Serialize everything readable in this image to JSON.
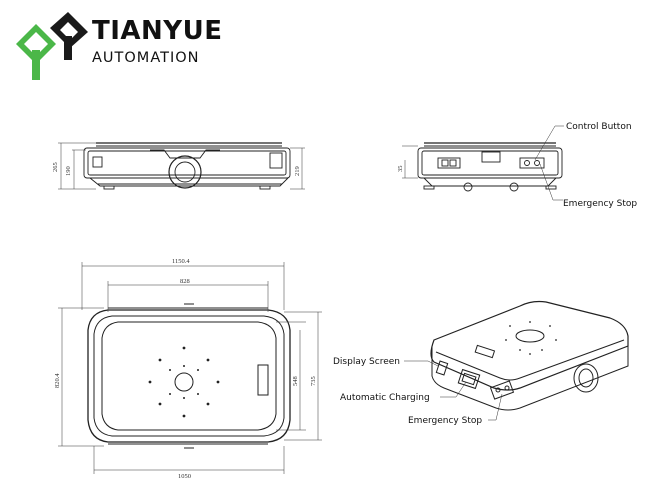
{
  "brand": {
    "logo_icon": "ty-logo-icon",
    "name": "TIANYUE",
    "subtitle": "AUTOMATION",
    "colors": {
      "green": "#4bb748",
      "dark": "#1a1a1a"
    }
  },
  "side_view": {
    "dimensions": {
      "total_height": "265",
      "body_height": "190",
      "right_height": "219"
    }
  },
  "front_view": {
    "dimensions": {
      "height": "35"
    },
    "labels": {
      "control_button": "Control Button",
      "emergency_stop": "Emergency Stop"
    }
  },
  "top_view": {
    "dimensions": {
      "overall_width": "1150.4",
      "inner_width": "828",
      "overall_depth": "820.4",
      "inner_depth": "548",
      "outer_depth": "735",
      "base_width": "1050"
    }
  },
  "iso_view": {
    "labels": {
      "display_screen": "Display Screen",
      "automatic_charging": "Automatic Charging",
      "emergency_stop": "Emergency Stop"
    }
  }
}
